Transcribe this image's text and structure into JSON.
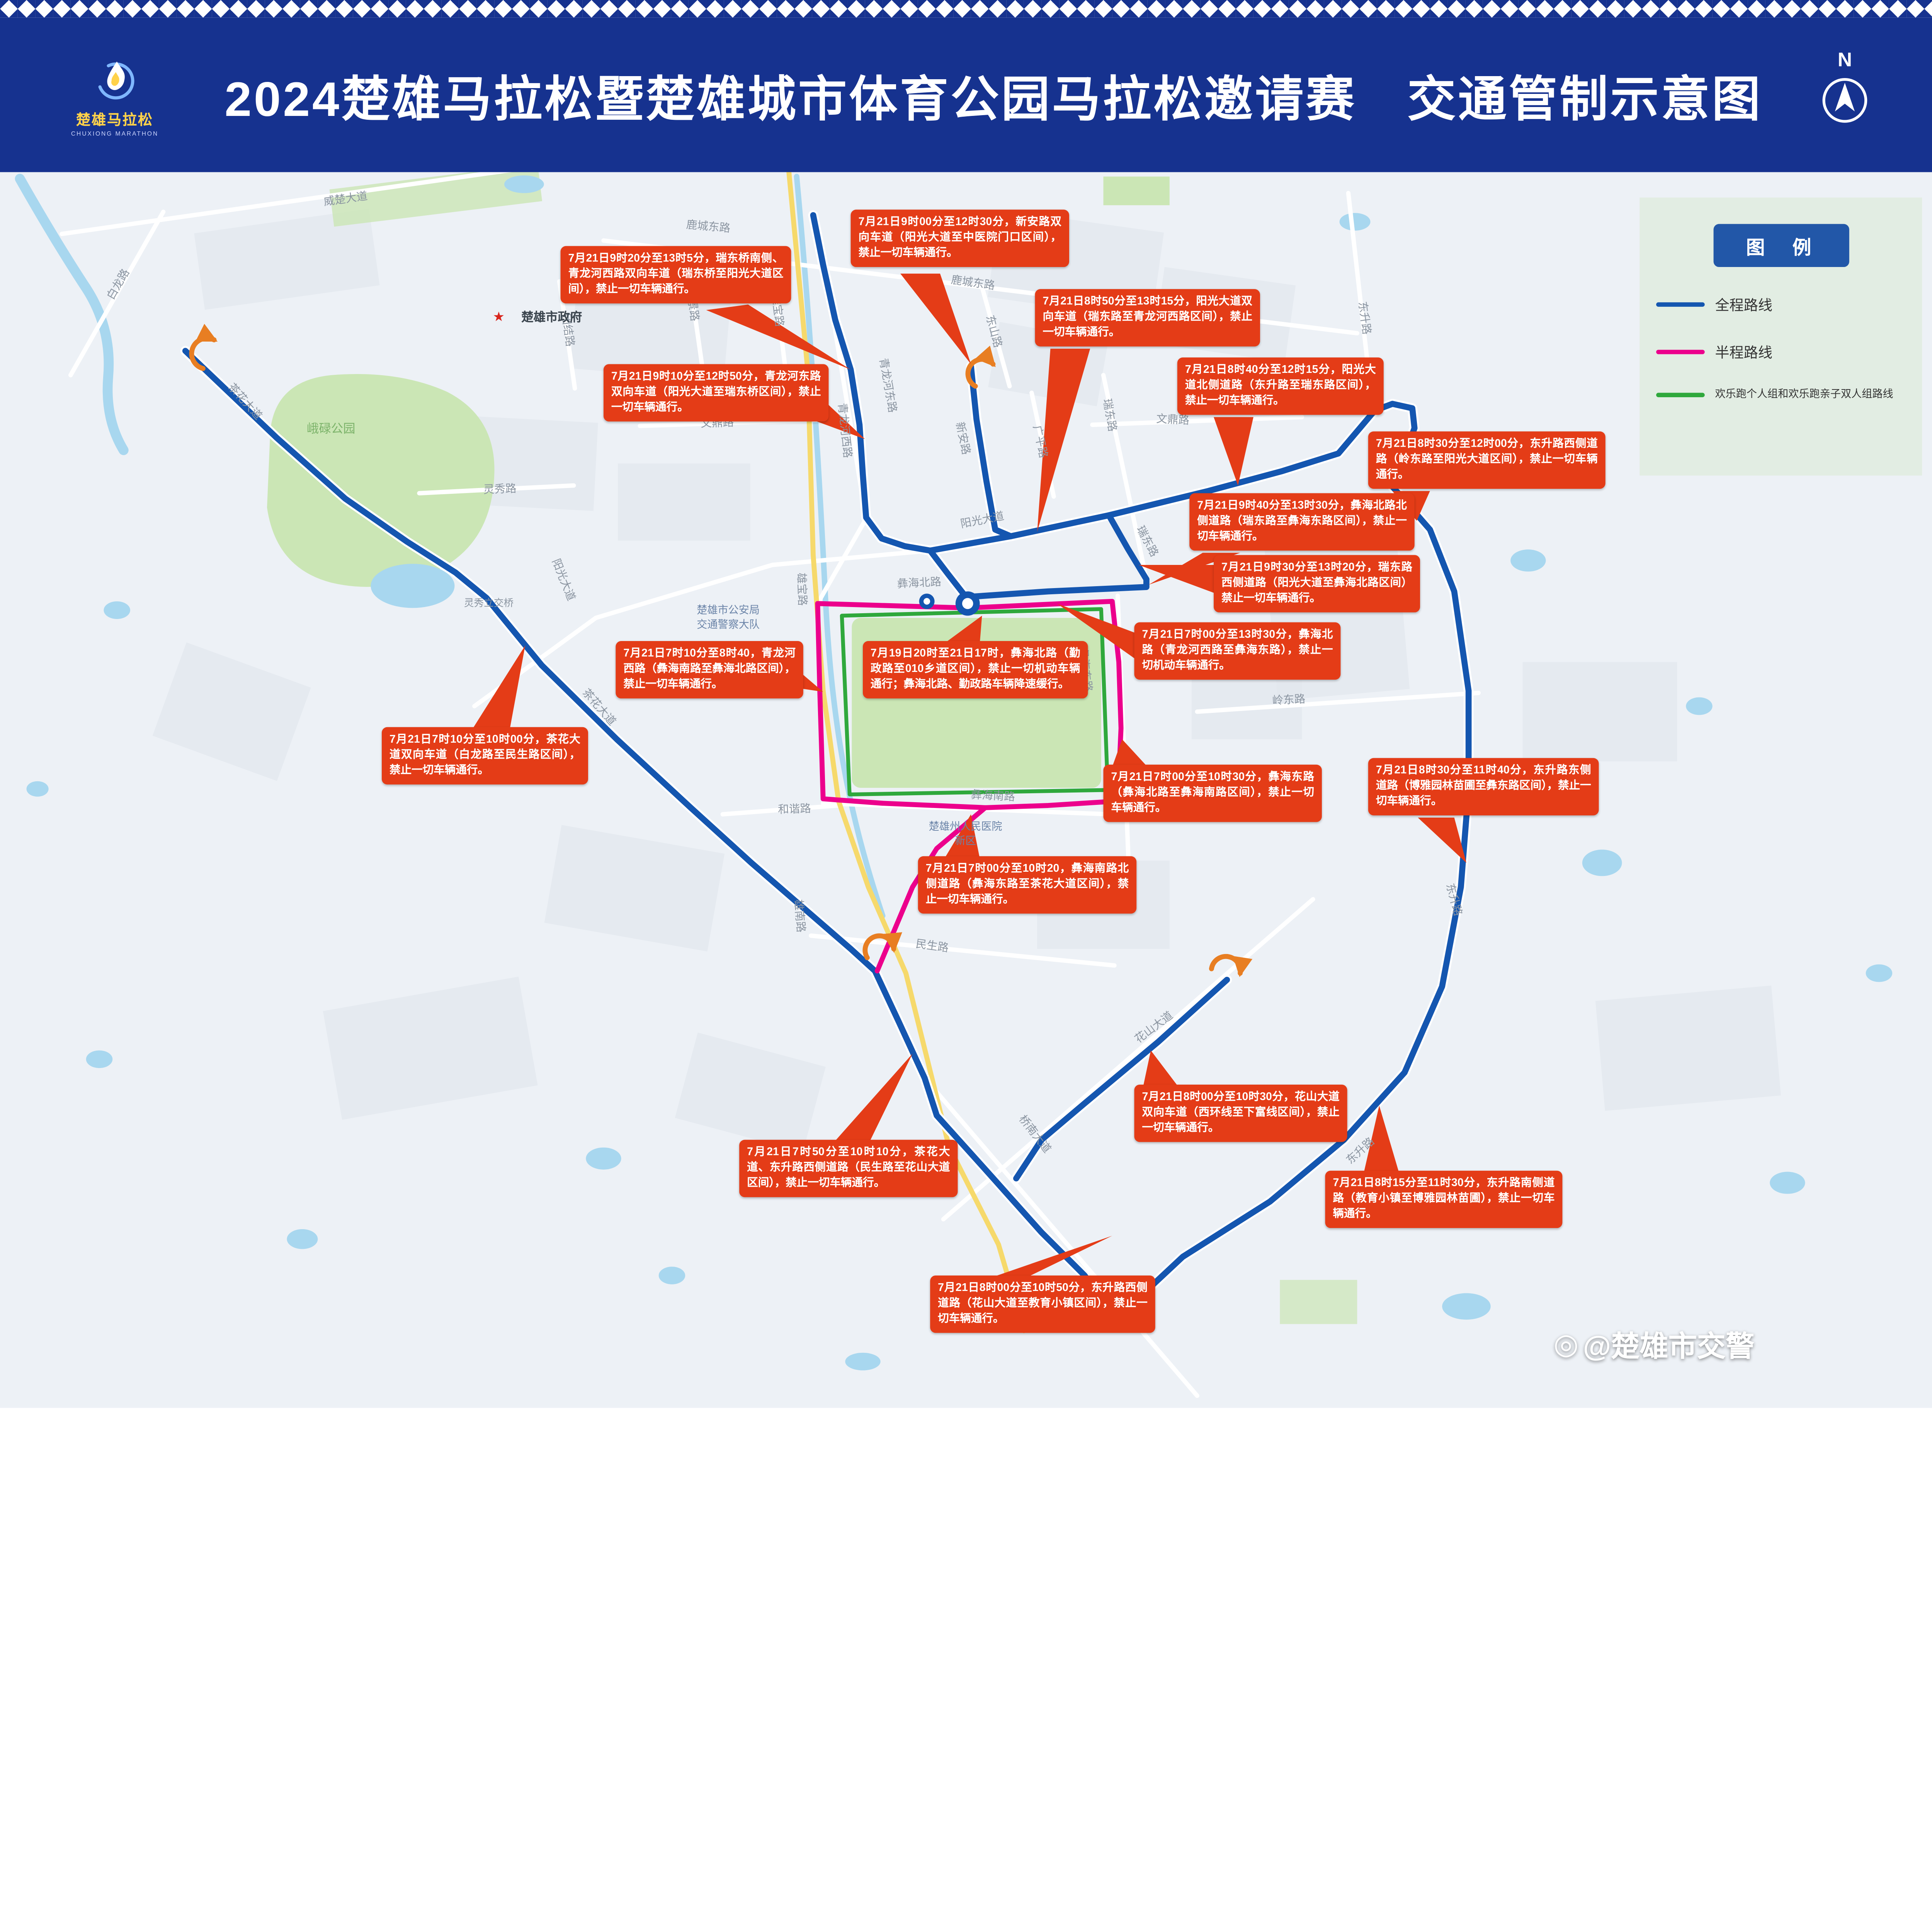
{
  "header": {
    "title": "2024楚雄马拉松暨楚雄城市体育公园马拉松邀请赛　交通管制示意图",
    "logo_cn": "楚雄马拉松",
    "logo_en": "CHUXIONG MARATHON",
    "compass_label": "N"
  },
  "legend": {
    "title": "图　例",
    "items": [
      {
        "label": "全程路线",
        "color": "#1456B0"
      },
      {
        "label": "半程路线",
        "color": "#EC008C"
      },
      {
        "label": "欢乐跑个人组和欢乐跑亲子双人组路线",
        "color": "#2FA83C"
      }
    ]
  },
  "colors": {
    "header_bg": "#16328F",
    "callout_bg": "#E43C17",
    "water": "#A8D7EF",
    "park": "#CBE6B5",
    "u_turn_arrow": "#E87E22"
  },
  "callouts": [
    "7月21日9时00分至12时30分，新安路双向车道（阳光大道至中医院门口区间），禁止一切车辆通行。",
    "7月21日9时20分至13时5分，瑞东桥南侧、青龙河西路双向车道（瑞东桥至阳光大道区间），禁止一切车辆通行。",
    "7月21日8时50分至13时15分，阳光大道双向车道（瑞东路至青龙河西路区间），禁止一切车辆通行。",
    "7月21日9时10分至12时50分，青龙河东路双向车道（阳光大道至瑞东桥区间），禁止一切车辆通行。",
    "7月21日8时40分至12时15分，阳光大道北侧道路（东升路至瑞东路区间），禁止一切车辆通行。",
    "7月21日8时30分至12时00分，东升路西侧道路（岭东路至阳光大道区间），禁止一切车辆通行。",
    "7月21日9时40分至13时30分，彝海北路北侧道路（瑞东路至彝海东路区间），禁止一切车辆通行。",
    "7月21日9时30分至13时20分，瑞东路西侧道路（阳光大道至彝海北路区间）禁止一切车辆通行。",
    "7月21日7时00分至13时30分，彝海北路（青龙河西路至彝海东路），禁止一切机动车辆通行。",
    "7月19日20时至21日17时，彝海北路（勤政路至010乡道区间），禁止一切机动车辆通行；彝海北路、勤政路车辆降速缓行。",
    "7月21日7时10分至8时40，青龙河西路（彝海南路至彝海北路区间），禁止一切车辆通行。",
    "7月21日7时10分至10时00分，茶花大道双向车道（白龙路至民生路区间），禁止一切车辆通行。",
    "7月21日7时00分至10时30分，彝海东路（彝海北路至彝海南路区间），禁止一切车辆通行。",
    "7月21日8时30分至11时40分，东升路东侧道路（博雅园林苗圃至彝东路区间），禁止一切车辆通行。",
    "7月21日7时00分至10时20，彝海南路北侧道路（彝海东路至茶花大道区间），禁止一切车辆通行。",
    "7月21日8时00分至10时30分，花山大道双向车道（西环线至下富线区间），禁止一切车辆通行。",
    "7月21日7时50分至10时10分，茶花大道、东升路西侧道路（民生路至花山大道区间），禁止一切车辆通行。",
    "7月21日8时15分至11时30分，东升路南侧道路（教育小镇至博雅园林苗圃），禁止一切车辆通行。",
    "7月21日8时00分至10时50分，东升路西侧道路（花山大道至教育小镇区间），禁止一切车辆通行。"
  ],
  "roads": [
    "威楚大道",
    "白龙路",
    "茶花大道",
    "鹿城东路",
    "鹿城东路",
    "胜景路",
    "团结路",
    "东山路",
    "雄宝路",
    "雄宝路",
    "青龙河西路",
    "青龙河东路",
    "新安路",
    "广平路",
    "文鼎路",
    "文鼎路",
    "瑞东路",
    "瑞东路",
    "阳光大道",
    "阳光大道",
    "彝海北路",
    "彝海东路",
    "岭东路",
    "东升路",
    "东升路",
    "东升路",
    "灵秀路",
    "灵秀立交桥",
    "茶花大道",
    "和谐路",
    "彝海南路",
    "民生路",
    "花山大道",
    "桥南大道",
    "雄南路"
  ],
  "landmarks": {
    "government": "楚雄市政府",
    "government_star": "★",
    "park": "峨碌公园",
    "police_line1": "楚雄市公安局",
    "police_line2": "交通警察大队",
    "hospital_line1": "楚雄州人民医院",
    "hospital_line2": "新区"
  },
  "watermark": {
    "icon": "◎",
    "text": "@楚雄市交警"
  }
}
